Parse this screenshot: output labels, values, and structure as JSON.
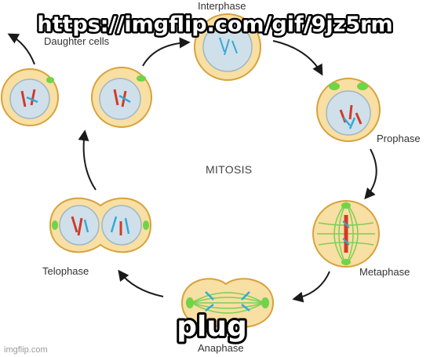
{
  "meme": {
    "top_text": "https://imgflip.com/gif/9jz5rm",
    "bottom_text": "plug",
    "watermark": "imgflip.com"
  },
  "diagram": {
    "center_label": "MITOSIS",
    "labels": {
      "interphase": "Interphase",
      "prophase": "Prophase",
      "metaphase": "Metaphase",
      "anaphase": "Anaphase",
      "telophase": "Telophase",
      "daughter_cells": "Daughter cells"
    }
  },
  "colors": {
    "cytoplasm_fill": "#f8dfa3",
    "cell_outline": "#d8a23c",
    "nucleus_fill": "#cfe0ea",
    "nucleus_outline": "#9fb7c6",
    "centrosome": "#6fd447",
    "chromosome_red": "#d23a2a",
    "chromosome_blue": "#35a9d6",
    "spindle": "#7ccf57",
    "arrow": "#1a1a1a"
  }
}
